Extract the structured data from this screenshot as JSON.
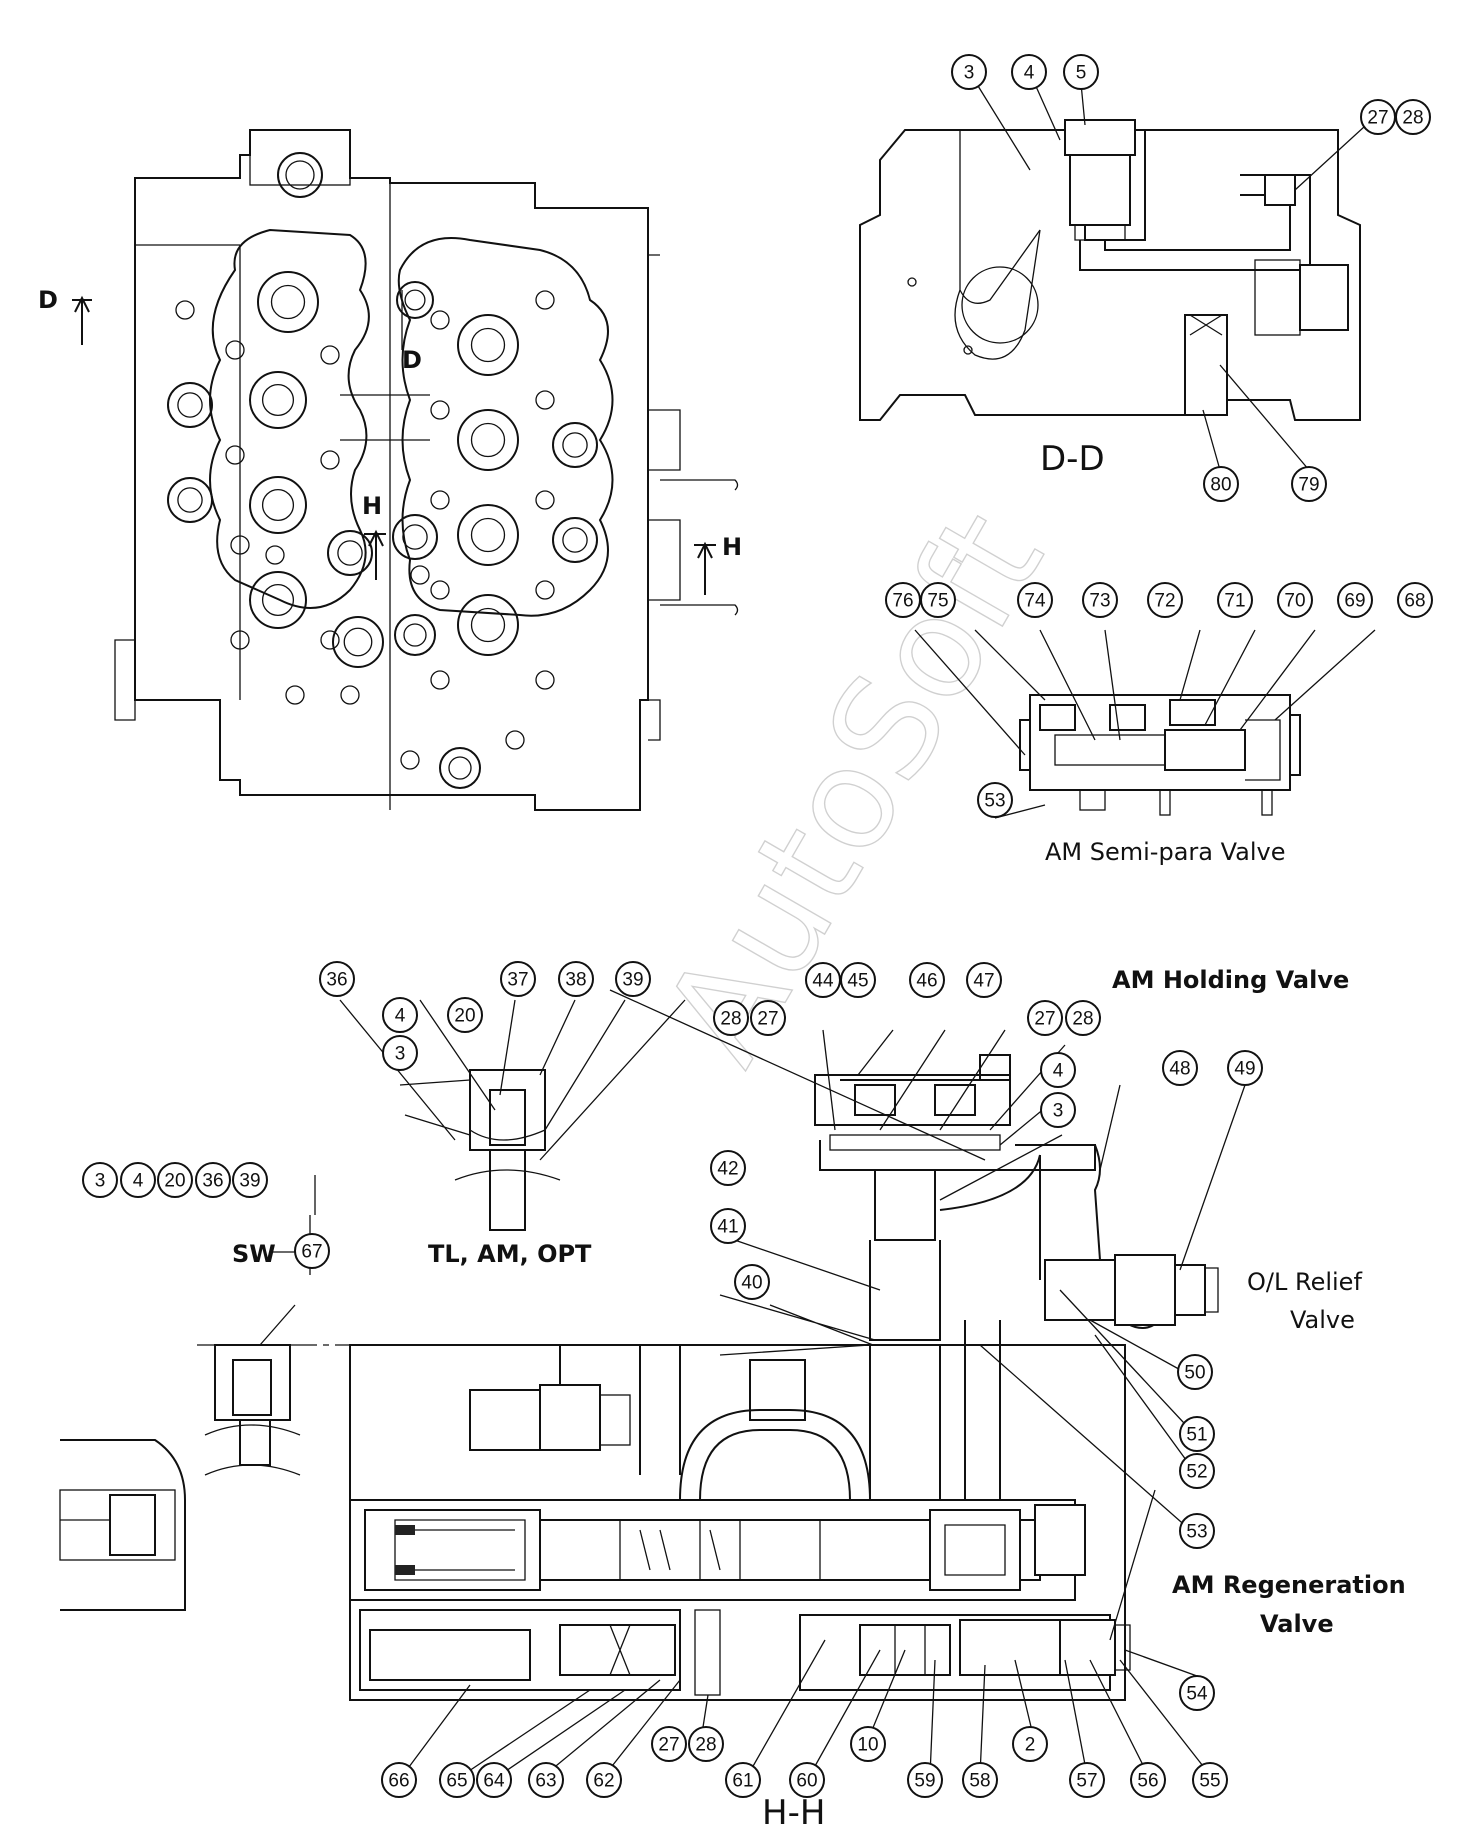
{
  "watermark": "AutoSoft",
  "section_marks": {
    "d_left": "D",
    "d_inner": "D",
    "h_inner": "H",
    "h_right": "H"
  },
  "views": {
    "dd_title": "D-D",
    "hh_title": "H-H"
  },
  "group_labels": {
    "semi_para": "AM Semi-para Valve",
    "holding": "AM Holding Valve",
    "ol_relief_line1": "O/L Relief",
    "ol_relief_line2": "Valve",
    "regen_line1": "AM Regeneration",
    "regen_line2": "Valve",
    "tl_am_opt": "TL, AM, OPT",
    "sw": "SW"
  },
  "callouts": {
    "dd": [
      "3",
      "4",
      "5",
      "27",
      "28",
      "80",
      "79"
    ],
    "semi": [
      "76",
      "75",
      "74",
      "73",
      "72",
      "71",
      "70",
      "69",
      "68",
      "53"
    ],
    "tl": [
      "36",
      "37",
      "38",
      "39",
      "4",
      "3",
      "20"
    ],
    "sw": [
      "3",
      "4",
      "20",
      "36",
      "39",
      "67"
    ],
    "hold": [
      "44",
      "45",
      "46",
      "47",
      "28",
      "27",
      "27",
      "28",
      "4",
      "3",
      "48",
      "49",
      "42",
      "41",
      "40"
    ],
    "right": [
      "50",
      "51",
      "52",
      "53",
      "54"
    ],
    "bottom": [
      "66",
      "65",
      "64",
      "63",
      "62",
      "27",
      "28",
      "61",
      "60",
      "10",
      "59",
      "58",
      "2",
      "57",
      "56",
      "55"
    ]
  }
}
